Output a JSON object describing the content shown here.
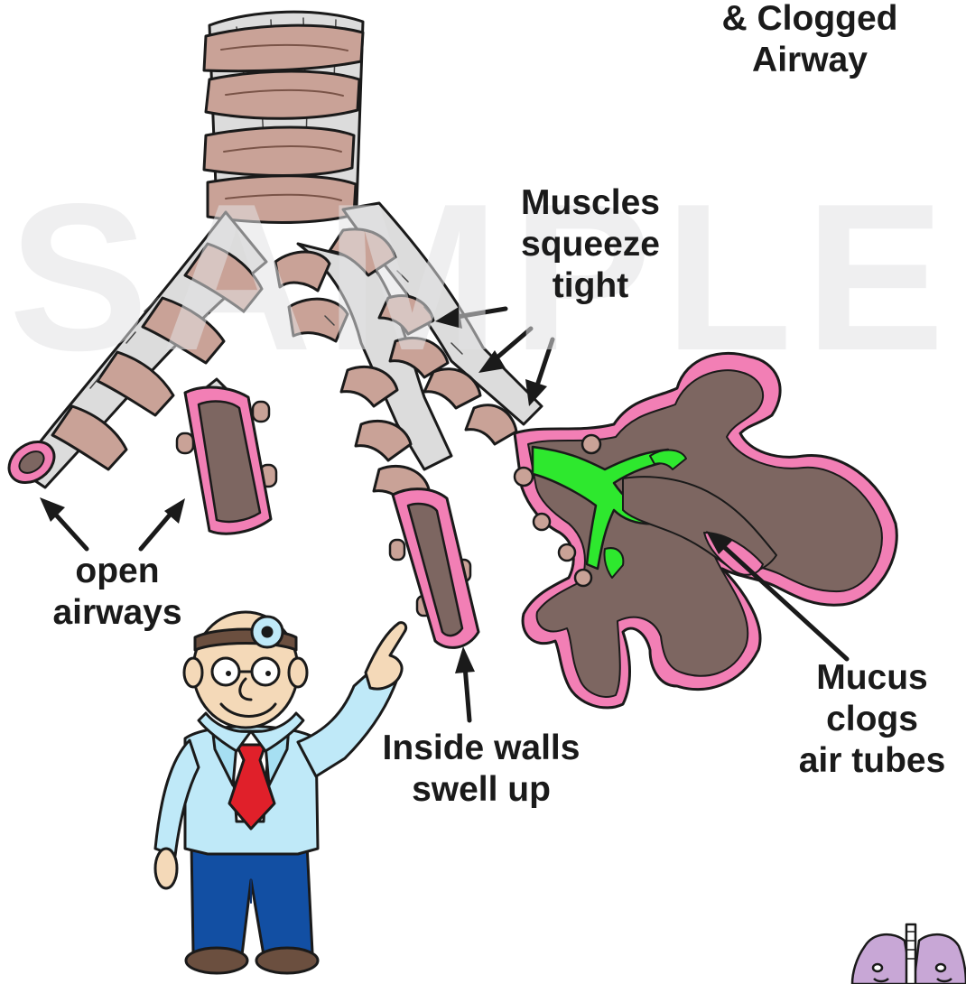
{
  "title": {
    "line1": "& Clogged",
    "line2": "Airway"
  },
  "labels": {
    "muscles": [
      "Muscles",
      "squeeze",
      "tight"
    ],
    "open_airways": [
      "open",
      "airways"
    ],
    "inside_walls": [
      "Inside walls",
      "swell up"
    ],
    "mucus": [
      "Mucus",
      "clogs",
      "air tubes"
    ]
  },
  "watermark": "SAMPLE",
  "colors": {
    "muscle": "#c9a297",
    "muscle_line": "#7a5448",
    "tube": "#dcdcdc",
    "lining": "#f27fb5",
    "swollen_lumen": "#7d6661",
    "mucus": "#2ee82e",
    "coat": "#bfe9f8",
    "tie": "#e0202a",
    "pants": "#124fa3"
  }
}
